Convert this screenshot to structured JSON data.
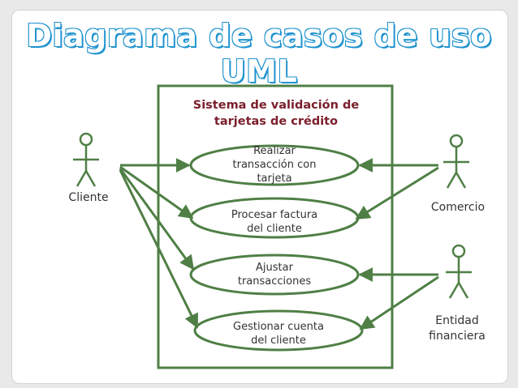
{
  "title": {
    "line1": "Diagrama de casos de uso",
    "line2": "UML"
  },
  "system": {
    "name_line1": "Sistema de validación de",
    "name_line2": "tarjetas de crédito"
  },
  "use_cases": [
    {
      "lines": [
        "Realizar",
        "transacción con",
        "tarjeta"
      ]
    },
    {
      "lines": [
        "Procesar factura",
        "del cliente"
      ]
    },
    {
      "lines": [
        "Ajustar",
        "transacciones"
      ]
    },
    {
      "lines": [
        "Gestionar cuenta",
        "del cliente"
      ]
    }
  ],
  "actors": {
    "cliente": "Cliente",
    "comercio": "Comercio",
    "entidad_line1": "Entidad",
    "entidad_line2": "financiera"
  },
  "colors": {
    "diagram_green": "#4f7f45",
    "title_blue": "#1f93cf",
    "system_name": "#7a1f2b",
    "background": "#e9e9e9"
  }
}
